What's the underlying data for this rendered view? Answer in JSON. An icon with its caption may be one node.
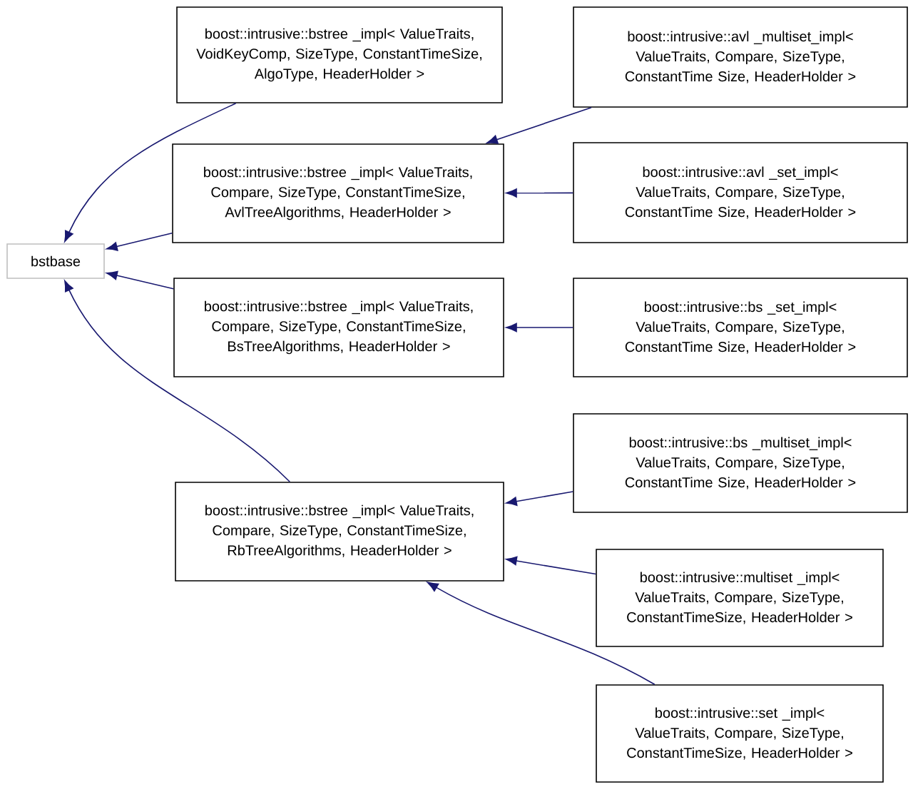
{
  "diagram": {
    "nodes": [
      {
        "text": [
          "bstbase"
        ]
      },
      {
        "text": [
          "boost::intrusive::bstree _impl< ValueTraits, VoidKeyComp, SizeType, ConstantTimeSize, AlgoType, HeaderHolder >"
        ]
      },
      {
        "text": [
          "boost::intrusive::bstree _impl< ValueTraits, Compare, SizeType, ConstantTimeSize, AvlTreeAlgorithms, HeaderHolder >"
        ]
      },
      {
        "text": [
          "boost::intrusive::bstree _impl< ValueTraits, Compare, SizeType, ConstantTimeSize, BsTreeAlgorithms, HeaderHolder >"
        ]
      },
      {
        "text": [
          "boost::intrusive::bstree _impl< ValueTraits, Compare, SizeType, ConstantTimeSize, RbTreeAlgorithms, HeaderHolder >"
        ]
      },
      {
        "text": [
          "boost::intrusive::avl _multiset_impl< ValueTraits, Compare, SizeType, ConstantTime Size, HeaderHolder >"
        ]
      },
      {
        "text": [
          "boost::intrusive::avl _set_impl< ValueTraits, Compare, SizeType, ConstantTime Size, HeaderHolder >"
        ]
      },
      {
        "text": [
          "boost::intrusive::bs _set_impl< ValueTraits, Compare, SizeType, ConstantTime Size, HeaderHolder >"
        ]
      },
      {
        "text": [
          "boost::intrusive::bs _multiset_impl< ValueTraits, Compare, SizeType, ConstantTime Size, HeaderHolder >"
        ]
      },
      {
        "text": [
          "boost::intrusive::multiset _impl< ValueTraits, Compare, SizeType, ConstantTimeSize, HeaderHolder >"
        ]
      },
      {
        "text": [
          "boost::intrusive::set _impl< ValueTraits, Compare, SizeType, ConstantTimeSize, HeaderHolder >"
        ]
      }
    ],
    "edges": [
      {
        "from": 1,
        "to": 0,
        "arrow": "to"
      },
      {
        "from": 2,
        "to": 0,
        "arrow": "to"
      },
      {
        "from": 3,
        "to": 0,
        "arrow": "to"
      },
      {
        "from": 4,
        "to": 0,
        "arrow": "to"
      },
      {
        "from": 5,
        "to": 2,
        "arrow": "to"
      },
      {
        "from": 6,
        "to": 2,
        "arrow": "to"
      },
      {
        "from": 7,
        "to": 3,
        "arrow": "to"
      },
      {
        "from": 8,
        "to": 4,
        "arrow": "to"
      },
      {
        "from": 9,
        "to": 4,
        "arrow": "to"
      },
      {
        "from": 10,
        "to": 4,
        "arrow": "to"
      }
    ]
  }
}
